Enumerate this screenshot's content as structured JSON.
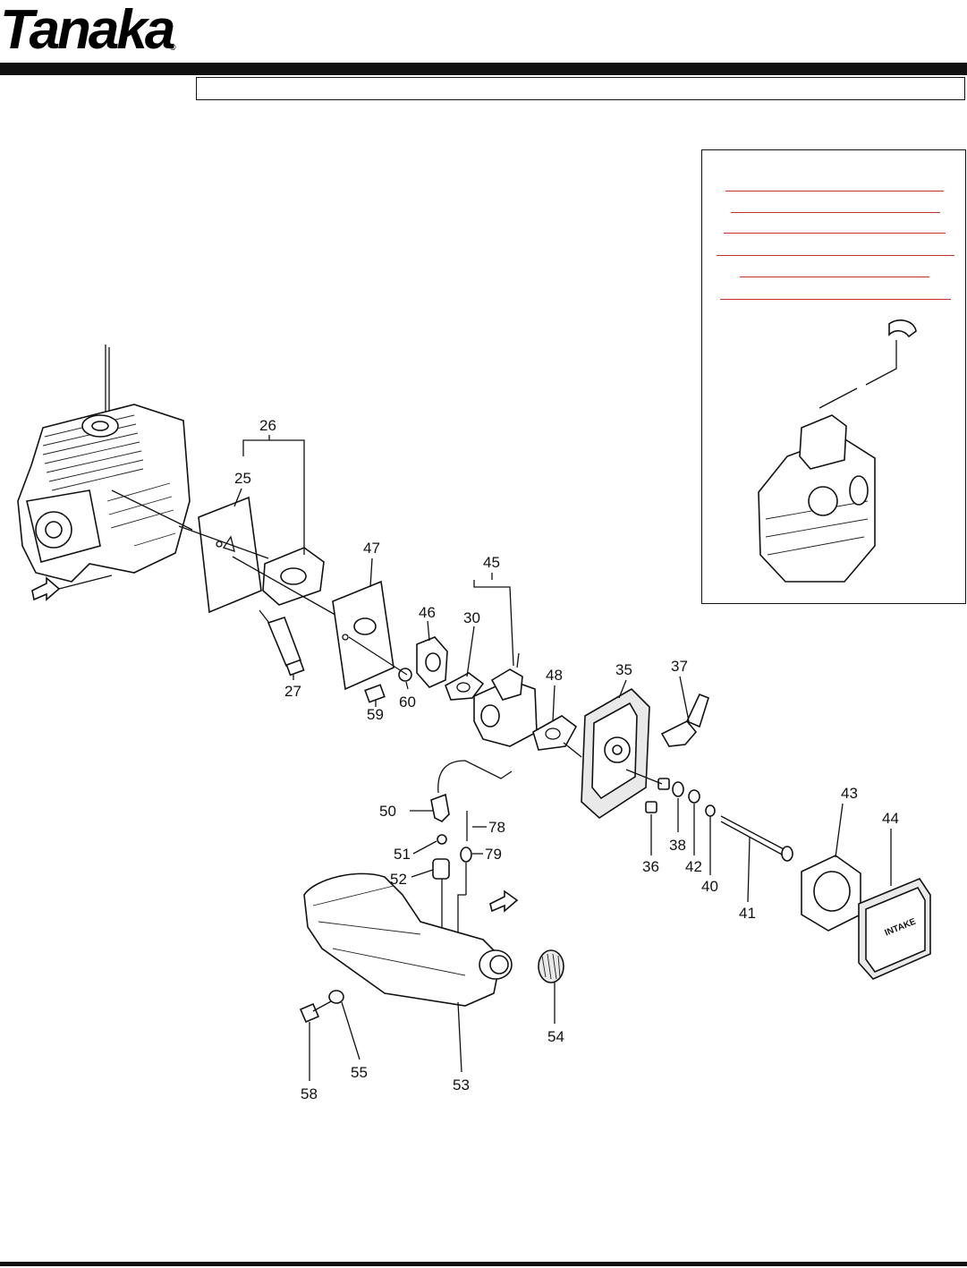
{
  "brand": {
    "name": "Tanaka",
    "registered_mark": "®"
  },
  "callouts": [
    "26",
    "25",
    "47",
    "46",
    "45",
    "30",
    "27",
    "60",
    "59",
    "48",
    "35",
    "37",
    "50",
    "78",
    "51",
    "79",
    "52",
    "36",
    "38",
    "42",
    "40",
    "41",
    "43",
    "44",
    "54",
    "58",
    "55",
    "53"
  ],
  "inset_text": {
    "intake_label": "INTAKE"
  },
  "colors": {
    "accent_red": "#c4312b",
    "line": "#111111"
  }
}
